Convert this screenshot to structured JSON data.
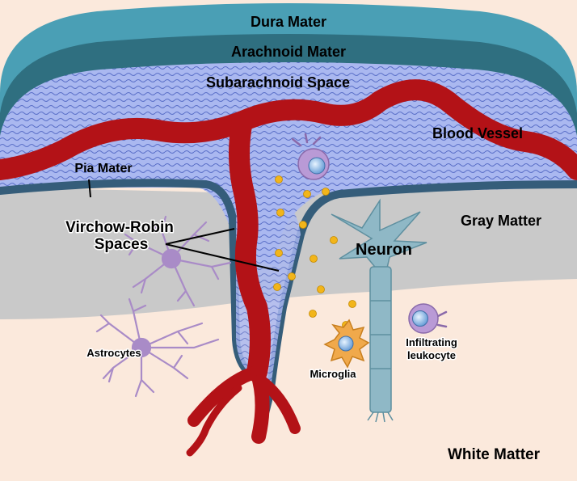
{
  "labels": {
    "dura": "Dura Mater",
    "arachnoid": "Arachnoid Mater",
    "subarachnoid": "Subarachnoid Space",
    "blood_vessel": "Blood Vessel",
    "pia": "Pia Mater",
    "gray": "Gray Matter",
    "virchow_line1": "Virchow-Robin",
    "virchow_line2": "Spaces",
    "neuron": "Neuron",
    "astrocytes": "Astrocytes",
    "microglia": "Microglia",
    "infiltrating_line1": "Infiltrating",
    "infiltrating_line2": "leukocyte",
    "white": "White Matter"
  },
  "colors": {
    "dura": "#4a9fb5",
    "arachnoid": "#2f6f80",
    "subarachnoid": "#aab8f0",
    "pia": "#355d7a",
    "gray_matter": "#c9c9c9",
    "white_matter": "#fbe9dc",
    "vessel": "#b31217",
    "astrocyte": "#a98bc7",
    "neuron": "#8fb8c6",
    "microglia": "#f0a94b",
    "leukocyte": "#b99ad6",
    "particle": "#f2b51a"
  }
}
